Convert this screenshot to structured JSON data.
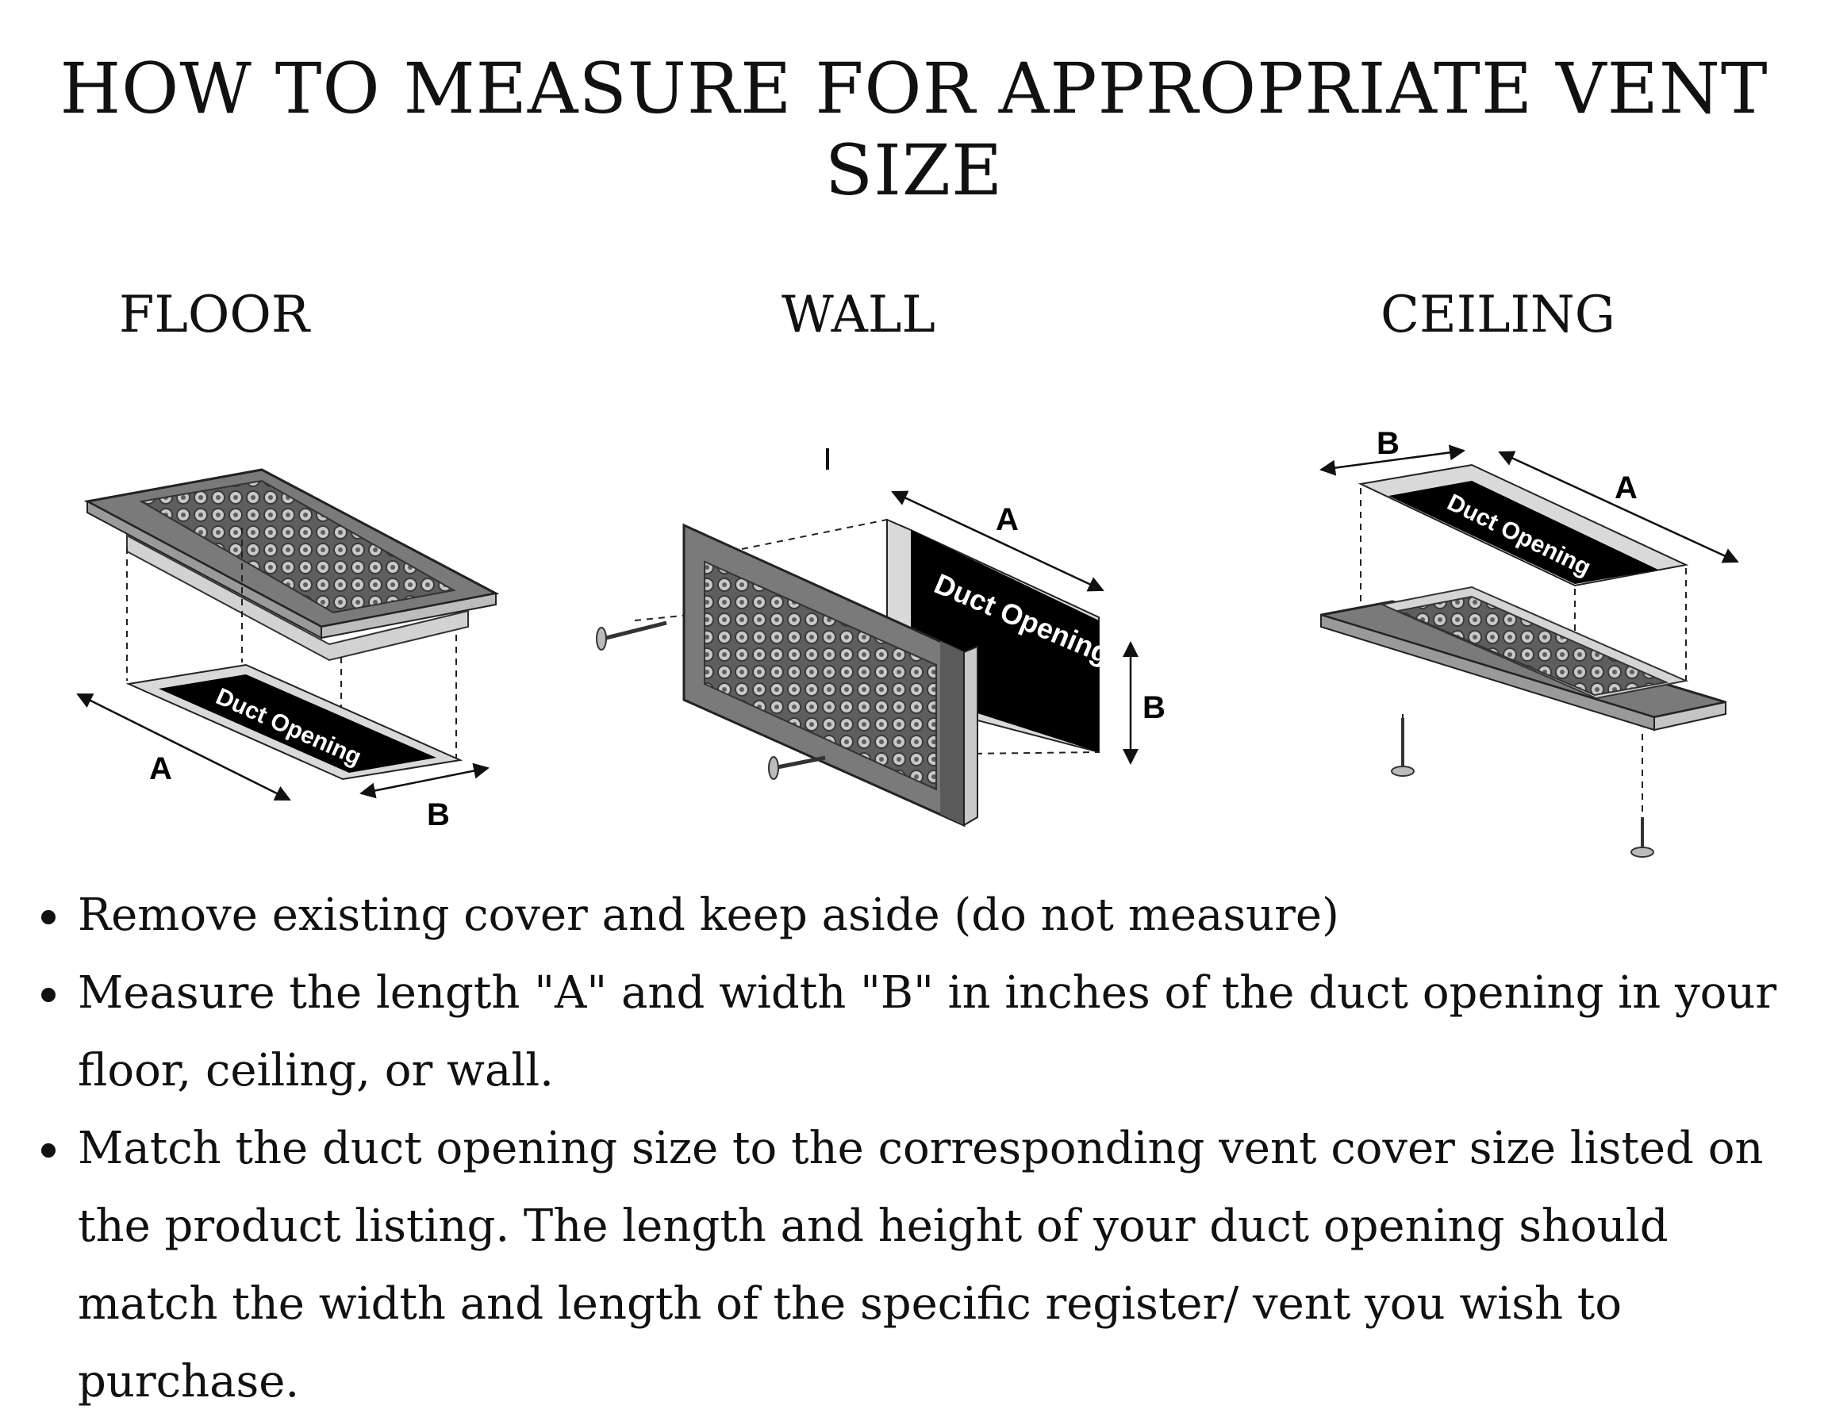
{
  "title": "HOW TO MEASURE FOR APPROPRIATE VENT SIZE",
  "sections": {
    "floor": {
      "label": "FLOOR",
      "duct_text": "Duct Opening",
      "dim_a": "A",
      "dim_b": "B"
    },
    "wall": {
      "label": "WALL",
      "duct_text": "Duct Opening",
      "dim_a": "A",
      "dim_b": "B"
    },
    "ceiling": {
      "label": "CEILING",
      "duct_text": "Duct Opening",
      "dim_a": "A",
      "dim_b": "B"
    }
  },
  "instructions": [
    "Remove existing cover and keep aside (do not measure)",
    "Measure the length \"A\" and width \"B\" in inches of the duct opening in your floor, ceiling, or wall.",
    "Match the duct opening size to the corresponding vent cover size listed on the product listing. The length and height of your duct opening should match the width and length of the specific register/ vent you wish to purchase."
  ],
  "colors": {
    "text": "#111111",
    "grille": "#6f6f6f",
    "duct": "#000000"
  }
}
